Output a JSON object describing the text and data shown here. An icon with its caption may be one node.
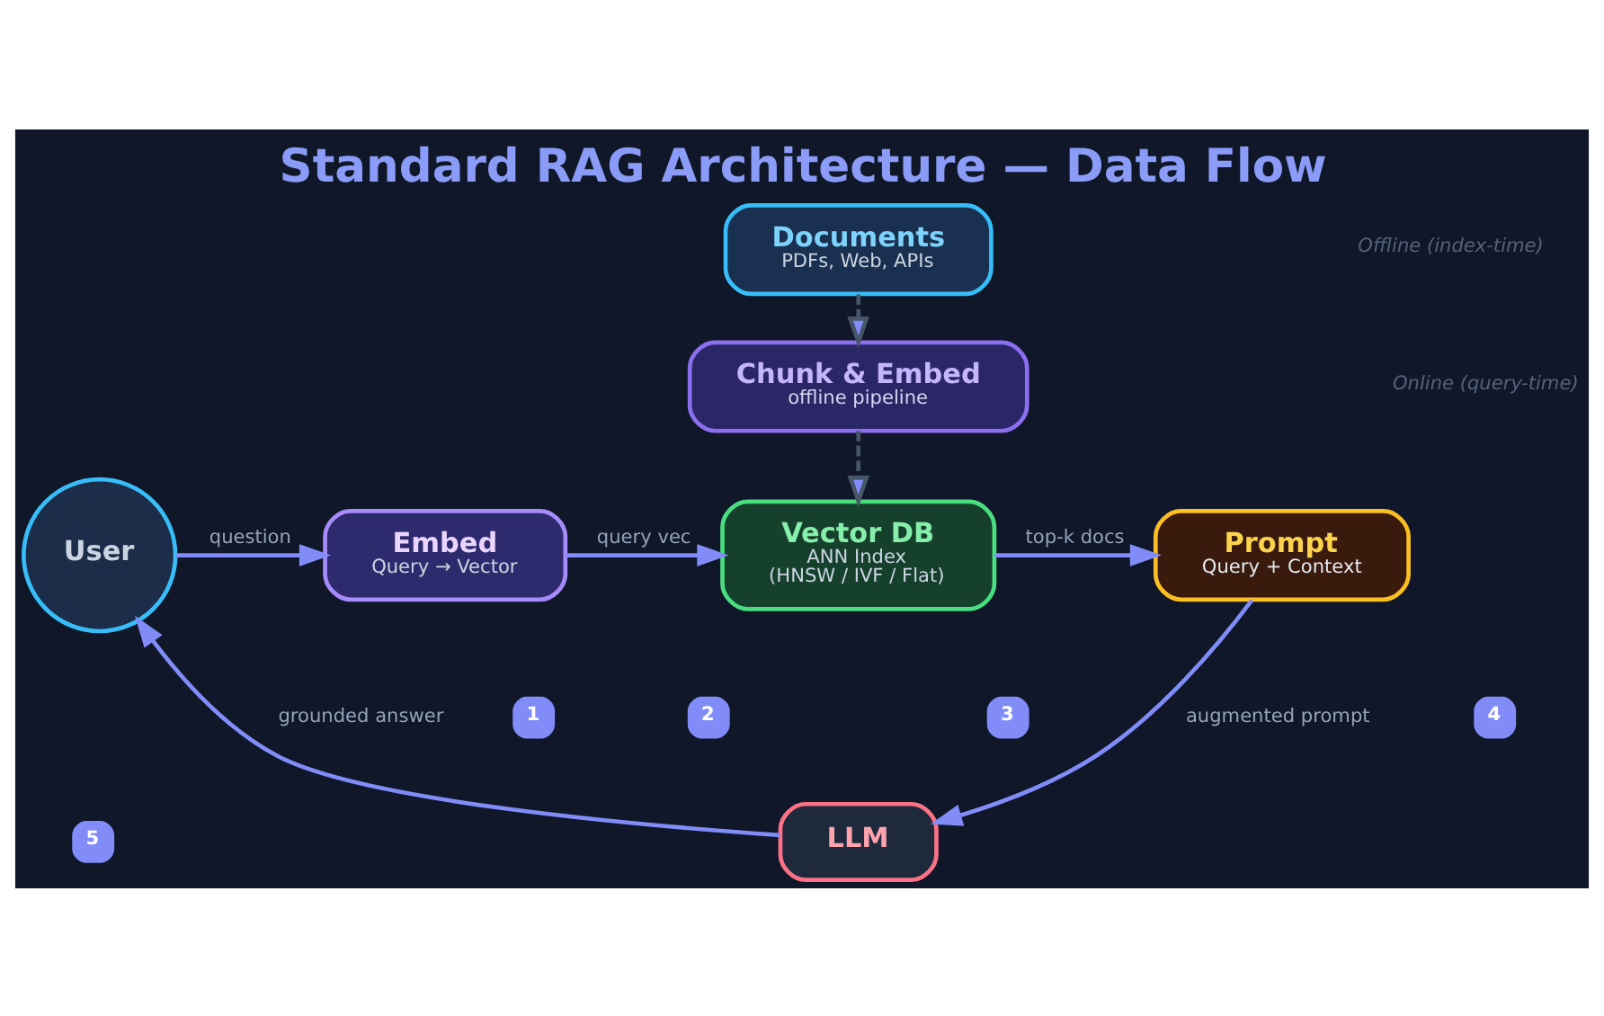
{
  "diagram": {
    "title": "Standard RAG Architecture — Data Flow",
    "nodes": [
      {
        "text": [
          "Documents",
          "PDFs, Web, APIs"
        ]
      },
      {
        "text": [
          "Chunk & Embed",
          "offline pipeline"
        ]
      },
      {
        "text": [
          "User"
        ]
      },
      {
        "text": [
          "Embed",
          "Query → Vector"
        ]
      },
      {
        "text": [
          "Vector DB",
          "ANN Index",
          "(HNSW / IVF / Flat)"
        ]
      },
      {
        "text": [
          "Prompt",
          "Query + Context"
        ]
      },
      {
        "text": [
          "LLM"
        ]
      }
    ],
    "edges": [
      {
        "from": 0,
        "to": 1,
        "arrow": "to",
        "style": "dashed",
        "color": "#475569"
      },
      {
        "from": 1,
        "to": 4,
        "arrow": "to",
        "style": "dashed",
        "color": "#475569"
      },
      {
        "from": 2,
        "to": 3,
        "label": "question",
        "arrow": "to"
      },
      {
        "from": 3,
        "to": 4,
        "label": "query vec",
        "arrow": "to"
      },
      {
        "from": 4,
        "to": 5,
        "label": "top-k docs",
        "arrow": "to"
      },
      {
        "from": 5,
        "to": 6,
        "label": "augmented prompt",
        "arrow": "to"
      },
      {
        "from": 6,
        "to": 2,
        "label": "grounded answer",
        "arrow": "to"
      }
    ],
    "labels": [
      "Offline (index-time)",
      "Online (query-time)",
      "1",
      "2",
      "3",
      "4",
      "5"
    ]
  }
}
